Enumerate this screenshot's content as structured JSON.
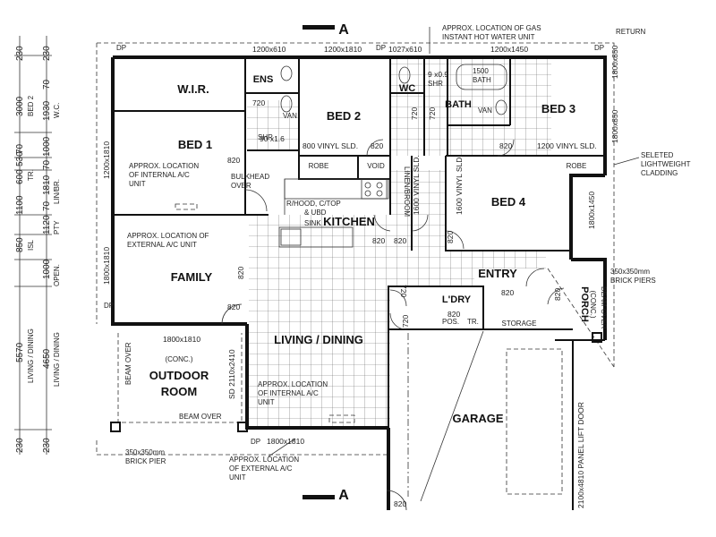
{
  "section_marker": "A",
  "rooms": {
    "wir": "W.I.R.",
    "ens": "ENS",
    "bed2": "BED 2",
    "wc": "WC",
    "bath": "BATH",
    "bed3": "BED 3",
    "bed1": "BED 1",
    "kitchen": "KITCHEN",
    "bed4": "BED 4",
    "family": "FAMILY",
    "entry": "ENTRY",
    "ldry": "L'DRY",
    "porch": "PORCH",
    "porch_conc": "(CONC.)",
    "living": "LIVING / DINING",
    "outdoor_conc": "(CONC.)",
    "outdoor1": "OUTDOOR",
    "outdoor2": "ROOM",
    "garage": "GARAGE",
    "robe_a": "ROBE",
    "robe_b": "ROBE",
    "void": "VOID",
    "storage": "STORAGE"
  },
  "notes": {
    "gas1": "APPROX. LOCATION OF GAS",
    "gas2": "INSTANT HOT WATER UNIT",
    "return": "RETURN",
    "cladding1": "SELETED",
    "cladding2": "LIGHTWEIGHT",
    "cladding3": "CLADDING",
    "int_ac1_1": "APPROX. LOCATION",
    "int_ac1_2": "OF INTERNAL A/C",
    "int_ac1_3": "UNIT",
    "bulkhead1": "BULKHEAD",
    "bulkhead2": "OVER",
    "hood": "R/HOOD, C/TOP",
    "hood2": "& UBD",
    "sink": "SINK",
    "ext_ac1_1": "APPROX. LOCATION OF",
    "ext_ac1_2": "EXTERNAL A/C UNIT",
    "piers1": "350x350mm",
    "piers2": "BRICK PIERS",
    "int_ac2_1": "APPROX. LOCATION",
    "int_ac2_2": "OF INTERNAL A/C",
    "int_ac2_3": "UNIT",
    "beam_over_left": "BEAM OVER",
    "beam_over_bottom": "BEAM OVER",
    "beam_over_porch": "BEAM OVER",
    "pier1": "350x350mm",
    "pier2": "BRICK PIER",
    "ext_ac2_1": "APPROX. LOCATION",
    "ext_ac2_2": "OF EXTERNAL A/C",
    "ext_ac2_3": "UNIT",
    "shr_ens": "SHR",
    "shr_bath": "SHR",
    "bath_tub": "1500",
    "bath_tub2": "BATH",
    "van1": "VAN",
    "van2": "VAN",
    "linen": "LINEN/BROOM",
    "pos": "POS.",
    "tr": "TR."
  },
  "dims": {
    "top_1": "1200x610",
    "top_2": "1200x1810",
    "top_3": "1027x610",
    "top_4": "1200x1450",
    "ens_size": "90 x1.6",
    "bath_shr": "9 x0.9",
    "bed2_door": "800 VINYL SLD.",
    "bed3_door": "1200 VINYL SLD.",
    "bed3_win": "1800x850",
    "bed3_win2": "1800x850",
    "bed1_win": "1200x1810",
    "bed4_sld": "1600 VINYL SLD.",
    "bed4_sld2": "1600 VINYL SLD.",
    "bed4_win": "1800x1450",
    "family_win": "1800x1810",
    "family_bottom": "1800x1810",
    "sd": "SD 2110x2410",
    "bottom_win": "1800x1810",
    "garage_door": "2100x4810 PANEL LIFT DOOR",
    "d720_ens": "720",
    "d720_wc": "720",
    "d720_bath": "720",
    "d720_ldry1": "720",
    "d720_ldry2": "720",
    "d820_bed1": "820",
    "d820_bed2": "820",
    "d820_bed3": "820",
    "d820_bed4": "820",
    "d820_kit": "820",
    "d820_fam": "820",
    "d820_fam2": "820",
    "d820_entry": "820",
    "d820_porch": "820",
    "d820_garage": "820",
    "d820_linen": "820",
    "d820_ldry": "820",
    "dp1": "DP",
    "dp2": "DP",
    "dp3": "DP",
    "dp4": "DP",
    "dp5": "DP"
  },
  "side_dims": [
    {
      "value": "230",
      "label": ""
    },
    {
      "value": "3000",
      "label": "BED 2"
    },
    {
      "value": "70",
      "label": ""
    },
    {
      "value": "1930",
      "label": "W.C."
    },
    {
      "value": "1000",
      "label": ""
    },
    {
      "value": "70",
      "label": ""
    },
    {
      "value": "1810",
      "label": "LIN/BR."
    },
    {
      "value": "70",
      "label": "TR."
    },
    {
      "value": "600",
      "label": ""
    },
    {
      "value": "530",
      "label": ""
    },
    {
      "value": "70",
      "label": ""
    },
    {
      "value": "1100",
      "label": ""
    },
    {
      "value": "1120",
      "label": "PTY"
    },
    {
      "value": "850",
      "label": "ISL"
    },
    {
      "value": "1000",
      "label": "OPEN."
    },
    {
      "value": "4650",
      "label": "LIVING / DINING"
    },
    {
      "value": "5570",
      "label": "LIVING / DINING"
    },
    {
      "value": "230",
      "label": ""
    },
    {
      "value": "230",
      "label": ""
    }
  ]
}
